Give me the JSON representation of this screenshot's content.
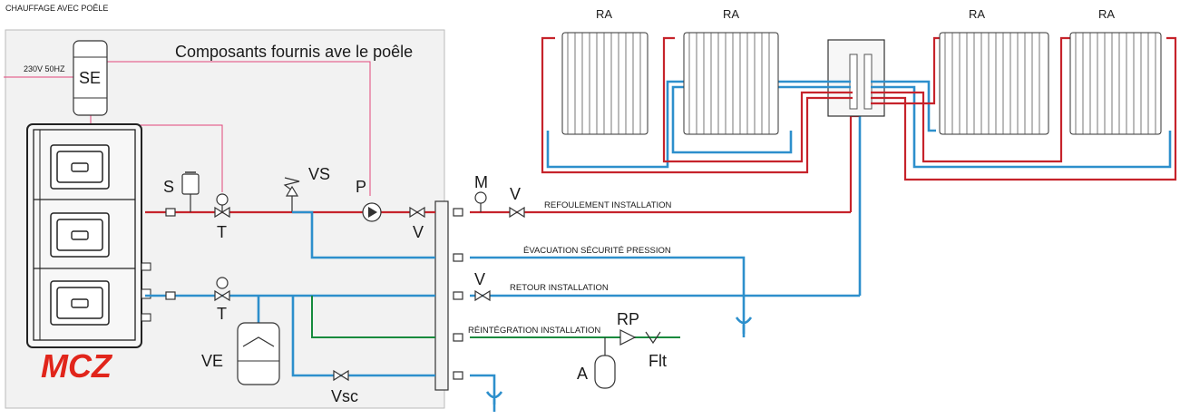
{
  "title": "CHAUFFAGE AVEC POÊLE",
  "box_caption": "Composants fournis ave le poêle",
  "power_label": "230V 50HZ",
  "brand": "MCZ",
  "components": {
    "se": "SE",
    "s": "S",
    "t1": "T",
    "vs": "VS",
    "p": "P",
    "v1": "V",
    "m": "M",
    "v2": "V",
    "t2": "T",
    "v3": "V",
    "ve": "VE",
    "vsc": "Vsc",
    "rp": "RP",
    "flt": "Flt",
    "a": "A"
  },
  "radiators": [
    "RA",
    "RA",
    "RA",
    "RA"
  ],
  "lines": {
    "refoulement": "REFOULEMENT INSTALLATION",
    "evacuation": "ÉVACUATION SÉCURITÉ PRESSION",
    "retour": "RETOUR INSTALLATION",
    "reintegration": "RÉINTÉGRATION INSTALLATION"
  },
  "colors": {
    "supply": "#c6232b",
    "return": "#2d8fcc",
    "refill": "#168a3d",
    "electric": "#e1467b",
    "brand": "#e1251b"
  }
}
